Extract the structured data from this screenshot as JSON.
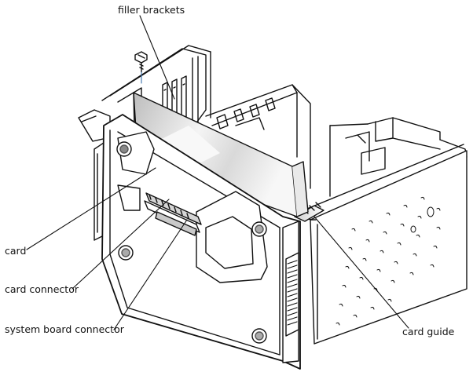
{
  "callouts": {
    "filler_brackets": "filler brackets",
    "card": "card",
    "card_connector": "card connector",
    "system_board_connector": "system board connector",
    "card_guide": "card guide"
  },
  "colors": {
    "ink": "#111111",
    "paper": "#ffffff",
    "shade_dark": "#b8b8b8",
    "shade_light": "#ededed"
  }
}
